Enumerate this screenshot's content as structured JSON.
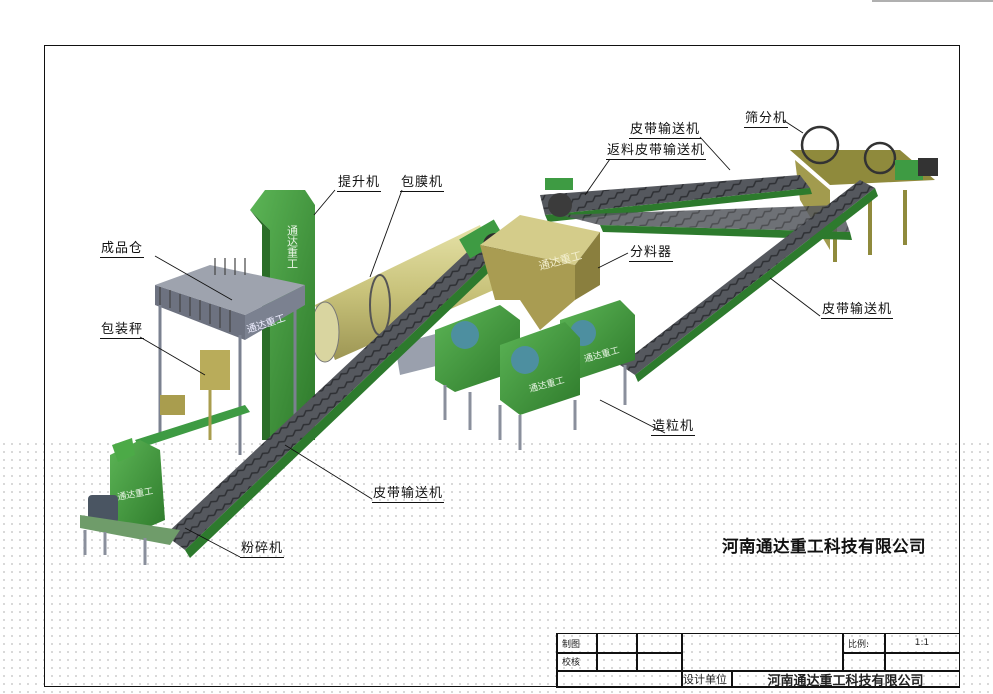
{
  "drawing": {
    "type": "Fertilizer production line (dry granulation) 3D layout drawing",
    "watermark": "通达重工",
    "company_caption": "河南通达重工科技有限公司"
  },
  "labels": [
    {
      "id": "finished-bin",
      "text": "成品仓"
    },
    {
      "id": "packing-scale",
      "text": "包装秤"
    },
    {
      "id": "bucket-elevator",
      "text": "提升机"
    },
    {
      "id": "coating-machine",
      "text": "包膜机"
    },
    {
      "id": "belt-conveyor-top",
      "text": "皮带输送机"
    },
    {
      "id": "return-belt-conveyor",
      "text": "返料皮带输送机"
    },
    {
      "id": "screening-machine",
      "text": "筛分机"
    },
    {
      "id": "distributor",
      "text": "分料器"
    },
    {
      "id": "belt-conveyor-right",
      "text": "皮带输送机"
    },
    {
      "id": "granulator",
      "text": "造粒机"
    },
    {
      "id": "belt-conveyor-bottom",
      "text": "皮带输送机"
    },
    {
      "id": "crusher",
      "text": "粉碎机"
    }
  ],
  "title_block": {
    "drawn_label": "制图",
    "checked_label": "校核",
    "scale_label": "比例:",
    "scale_value": "1:1",
    "design_unit_label": "设计单位",
    "design_unit_value": "河南通达重工科技有限公司"
  },
  "colors": {
    "machine_green": "#3f9a3a",
    "machine_green_dark": "#2b6e28",
    "coating_olive": "#c9c47a",
    "hopper_olive": "#a89c55",
    "steel_gray": "#8a8f9c",
    "belt_dark": "#4a4d52",
    "frame_line": "#111111"
  }
}
